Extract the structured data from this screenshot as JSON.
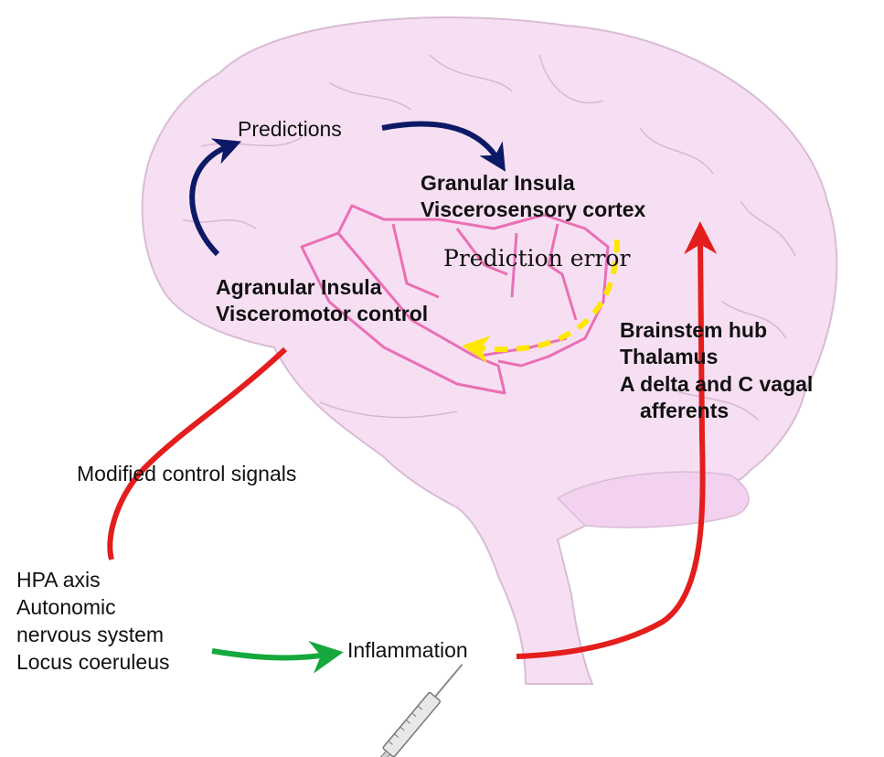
{
  "labels": {
    "predictions": "Predictions",
    "granular_line1": "Granular Insula",
    "granular_line2": "Viscerosensory cortex",
    "prediction_error": "Prediction error",
    "agranular_line1": "Agranular Insula",
    "agranular_line2": "Visceromotor control",
    "brainstem_line1": "Brainstem hub",
    "brainstem_line2": "Thalamus",
    "brainstem_line3": "A delta and C vagal",
    "brainstem_line4": "afferents",
    "modified_signals": "Modified control signals",
    "hpa_line1": "HPA axis",
    "hpa_line2": "Autonomic",
    "hpa_line3": "nervous system",
    "hpa_line4": "Locus coeruleus",
    "inflammation": "Inflammation"
  },
  "colors": {
    "brain_fill": "#f7dff3",
    "brain_outline": "#d8bcd4",
    "insula_outline": "#ea6fb4",
    "predictions_arrow": "#0c1a66",
    "error_arrow": "#ffe600",
    "signal_arrow": "#e41d1d",
    "input_arrow": "#16a83c"
  },
  "icons": [
    "syringe-icon"
  ]
}
